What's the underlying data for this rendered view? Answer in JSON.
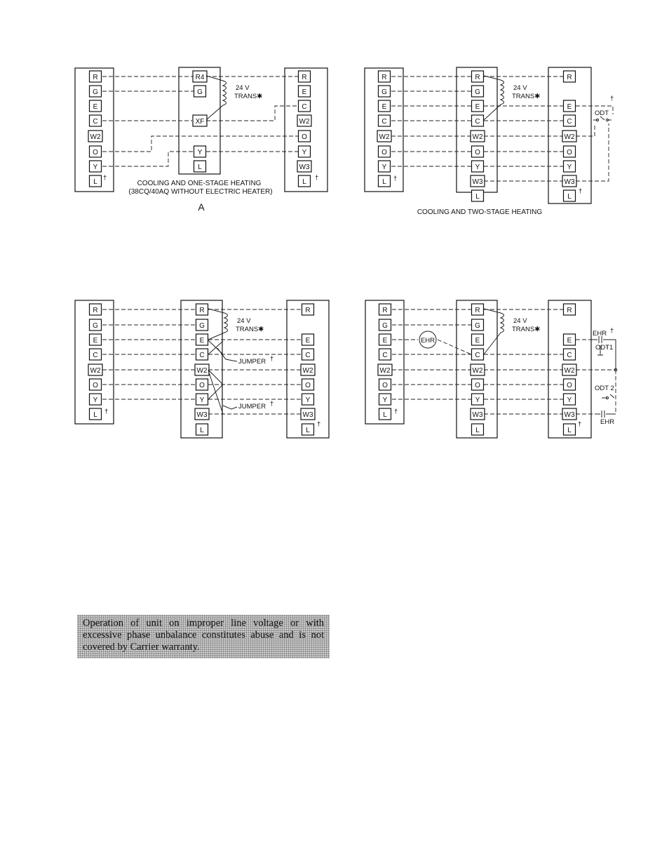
{
  "diagrams": [
    {
      "caption_lines": [
        "COOLING AND ONE-STAGE HEATING",
        "(38CQ/40AQ WITHOUT ELECTRIC HEATER)"
      ],
      "sublabel": "A",
      "left_terms": [
        "R",
        "G",
        "E",
        "C",
        "W2",
        "O",
        "Y",
        "L"
      ],
      "mid_terms": [
        "R4",
        "G",
        "XF",
        "Y",
        "L"
      ],
      "right_terms": [
        "R",
        "E",
        "C",
        "W2",
        "O",
        "Y",
        "W3",
        "L"
      ],
      "dagger": "†",
      "trans_lines": [
        "24 V",
        "TRANS✱"
      ]
    },
    {
      "caption_lines": [
        "COOLING AND TWO-STAGE HEATING"
      ],
      "left_terms": [
        "R",
        "G",
        "E",
        "C",
        "W2",
        "O",
        "Y",
        "L"
      ],
      "mid_terms": [
        "R",
        "G",
        "E",
        "C",
        "W2",
        "O",
        "Y",
        "W3",
        "L"
      ],
      "right_terms": [
        "R",
        "E",
        "C",
        "W2",
        "O",
        "Y",
        "W3",
        "L"
      ],
      "dagger": "†",
      "trans_lines": [
        "24 V",
        "TRANS✱"
      ],
      "odt_label": "ODT"
    },
    {
      "left_terms": [
        "R",
        "G",
        "E",
        "C",
        "W2",
        "O",
        "Y",
        "L"
      ],
      "mid_terms": [
        "R",
        "G",
        "E",
        "C",
        "W2",
        "O",
        "Y",
        "W3",
        "L"
      ],
      "right_terms": [
        "R",
        "E",
        "C",
        "W2",
        "O",
        "Y",
        "W3",
        "L"
      ],
      "dagger": "†",
      "trans_lines": [
        "24 V",
        "TRANS✱"
      ],
      "jumper_label": "JUMPER"
    },
    {
      "left_terms": [
        "R",
        "G",
        "E",
        "C",
        "W2",
        "O",
        "Y",
        "L"
      ],
      "mid_terms": [
        "R",
        "G",
        "E",
        "C",
        "W2",
        "O",
        "Y",
        "W3",
        "L"
      ],
      "right_terms": [
        "R",
        "E",
        "C",
        "W2",
        "O",
        "Y",
        "W3",
        "L"
      ],
      "dagger": "†",
      "trans_lines": [
        "24 V",
        "TRANS✱"
      ],
      "ehr_label": "EHR",
      "odt1_label": "ODT1",
      "odt2_label": "ODT 2"
    }
  ],
  "warning_text": "Operation of unit on improper line voltage or with excessive phase unbalance constitutes abuse and is not covered by Carrier warranty."
}
